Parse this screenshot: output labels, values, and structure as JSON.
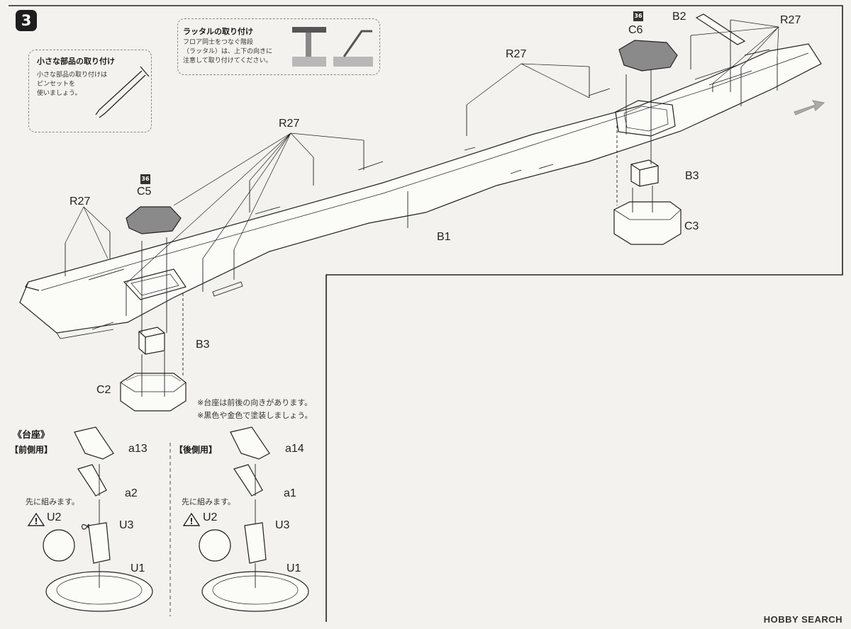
{
  "step_number": "3",
  "tip_tweezers": {
    "title": "小さな部品の取り付け",
    "lines": [
      "小さな部品の取り付けは",
      "ピンセットを",
      "使いましょう。"
    ]
  },
  "tip_ladder": {
    "title": "ラッタルの取り付け",
    "lines": [
      "フロア同士をつなぐ階段",
      "（ラッタル）は、上下の向きに",
      "注意して取り付けてください。"
    ]
  },
  "part_labels": {
    "r27_a": "R27",
    "r27_b": "R27",
    "r27_c": "R27",
    "r27_d": "R27",
    "b1": "B1",
    "b2": "B2",
    "b3_left": "B3",
    "b3_right": "B3",
    "c2": "C2",
    "c3": "C3",
    "c5": "C5",
    "c6": "C6",
    "a13": "a13",
    "a14": "a14",
    "a2": "a2",
    "a1": "a1",
    "u2_left": "U2",
    "u2_right": "U2",
    "u3_left": "U3",
    "u3_right": "U3",
    "u1_left": "U1",
    "u1_right": "U1"
  },
  "color_badges": {
    "c5": "36",
    "c6": "36"
  },
  "notes": [
    "※台座は前後の向きがあります。",
    "※黒色や金色で塗装しましょう。"
  ],
  "stand": {
    "title": "《台座》",
    "front": "【前側用】",
    "rear": "【後側用】",
    "assemble_first_left": "先に組みます。",
    "assemble_first_right": "先に組みます。"
  },
  "watermark": "HOBBY SEARCH",
  "colors": {
    "ink": "#1a1a1a",
    "paper": "#f3f2ee",
    "paint_gray": "#8a8a8a"
  }
}
